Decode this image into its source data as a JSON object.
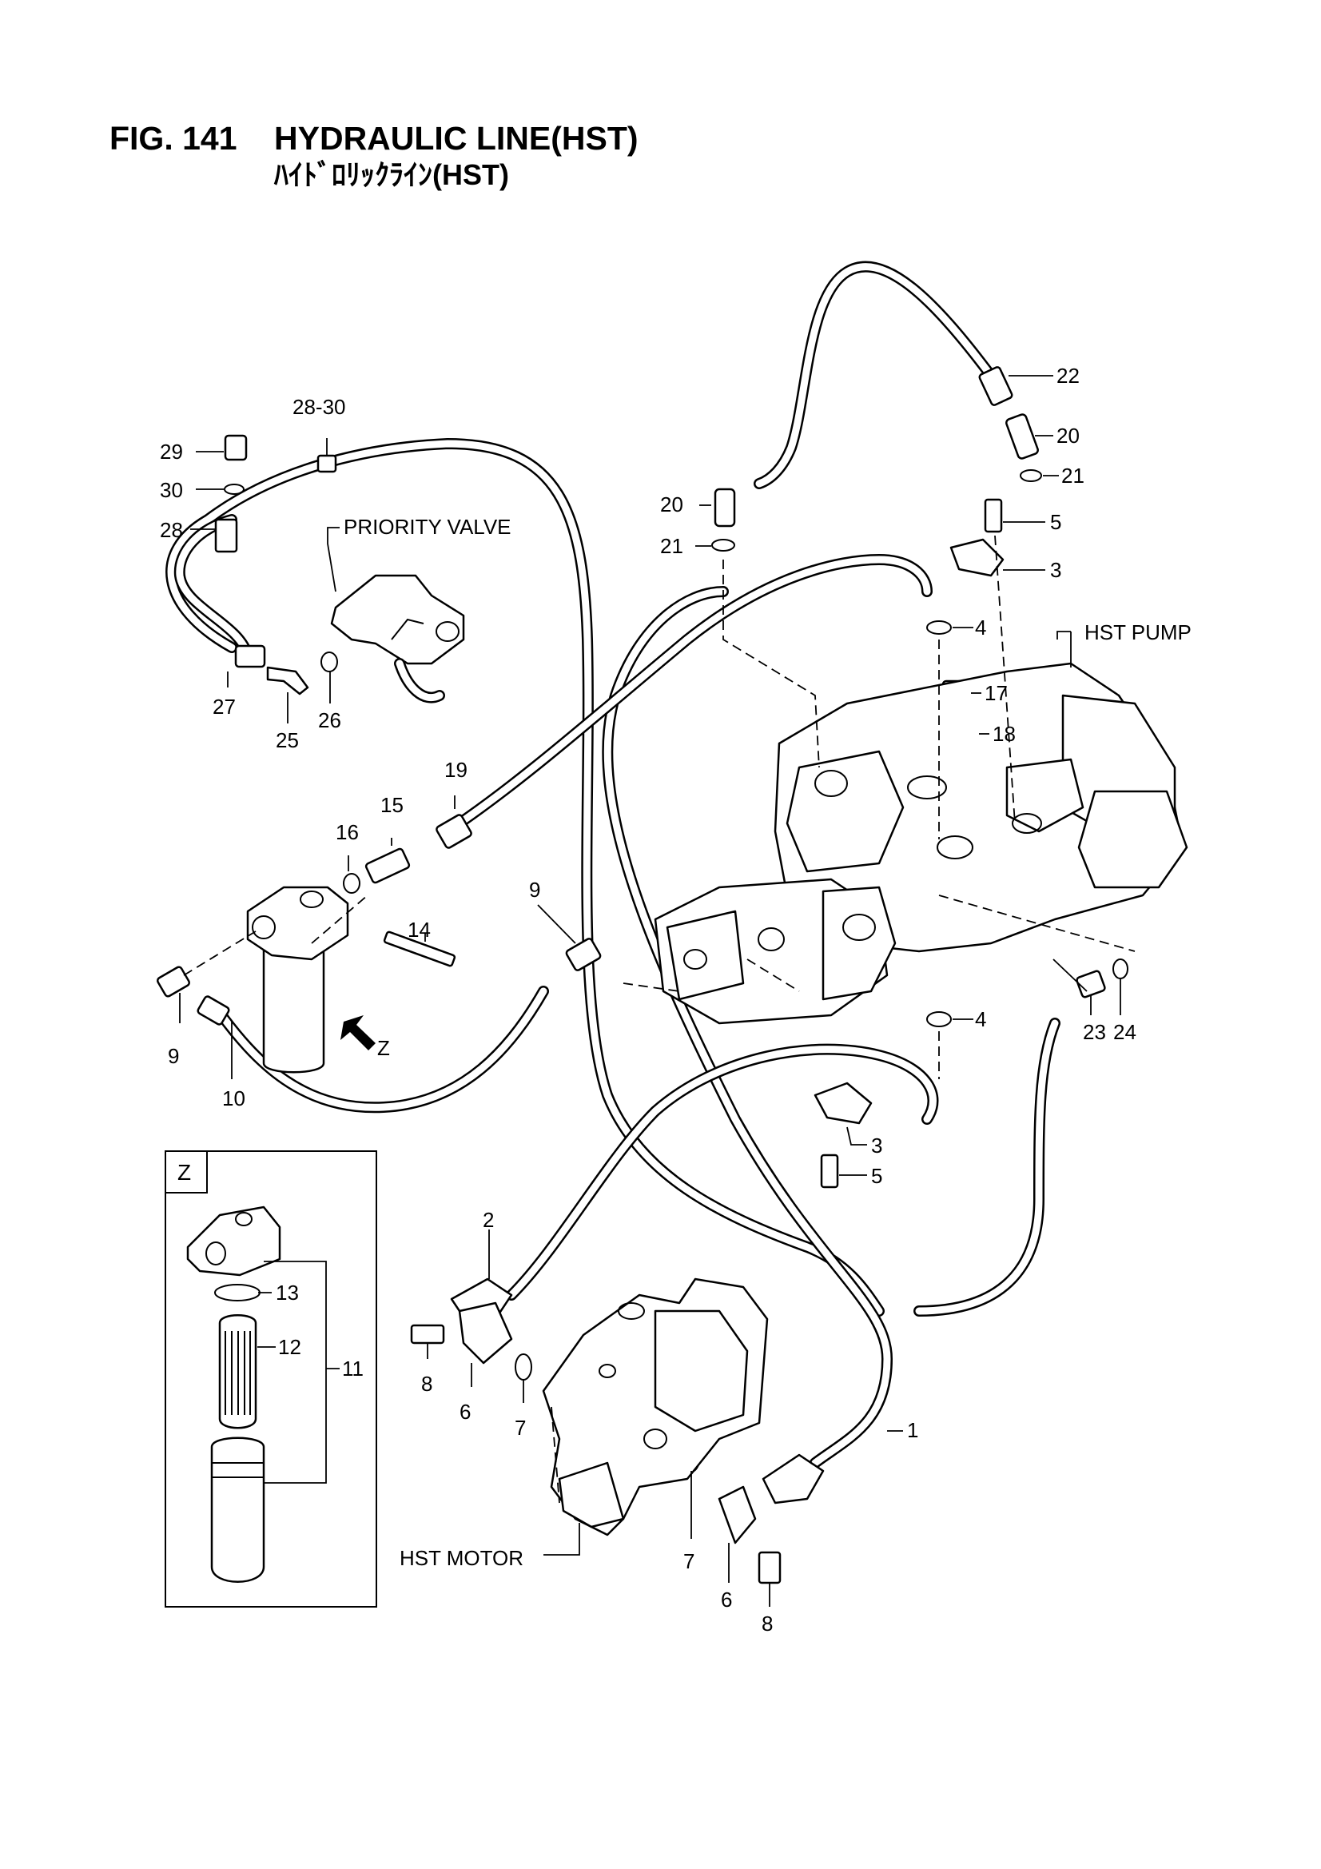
{
  "header": {
    "fig_number": "FIG. 141",
    "title": "HYDRAULIC LINE(HST)",
    "subtitle_jp": "ﾊｲﾄﾞﾛﾘｯｸﾗｲﾝ(HST)"
  },
  "components": {
    "priority_valve": "PRIORITY VALVE",
    "hst_pump": "HST PUMP",
    "hst_motor": "HST MOTOR",
    "view_z": "Z",
    "view_z_arrow": "Z"
  },
  "callouts": [
    {
      "id": "c1",
      "text": "1"
    },
    {
      "id": "c2",
      "text": "2"
    },
    {
      "id": "c3a",
      "text": "3"
    },
    {
      "id": "c3b",
      "text": "3"
    },
    {
      "id": "c4a",
      "text": "4"
    },
    {
      "id": "c4b",
      "text": "4"
    },
    {
      "id": "c5a",
      "text": "5"
    },
    {
      "id": "c5b",
      "text": "5"
    },
    {
      "id": "c6a",
      "text": "6"
    },
    {
      "id": "c6b",
      "text": "6"
    },
    {
      "id": "c7a",
      "text": "7"
    },
    {
      "id": "c7b",
      "text": "7"
    },
    {
      "id": "c8a",
      "text": "8"
    },
    {
      "id": "c8b",
      "text": "8"
    },
    {
      "id": "c9a",
      "text": "9"
    },
    {
      "id": "c9b",
      "text": "9"
    },
    {
      "id": "c10",
      "text": "10"
    },
    {
      "id": "c11",
      "text": "11"
    },
    {
      "id": "c12",
      "text": "12"
    },
    {
      "id": "c13",
      "text": "13"
    },
    {
      "id": "c14",
      "text": "14"
    },
    {
      "id": "c15",
      "text": "15"
    },
    {
      "id": "c16",
      "text": "16"
    },
    {
      "id": "c17",
      "text": "17"
    },
    {
      "id": "c18",
      "text": "18"
    },
    {
      "id": "c19",
      "text": "19"
    },
    {
      "id": "c20a",
      "text": "20"
    },
    {
      "id": "c20b",
      "text": "20"
    },
    {
      "id": "c21a",
      "text": "21"
    },
    {
      "id": "c21b",
      "text": "21"
    },
    {
      "id": "c22",
      "text": "22"
    },
    {
      "id": "c23",
      "text": "23"
    },
    {
      "id": "c24",
      "text": "24"
    },
    {
      "id": "c25",
      "text": "25"
    },
    {
      "id": "c26",
      "text": "26"
    },
    {
      "id": "c27",
      "text": "27"
    },
    {
      "id": "c28",
      "text": "28"
    },
    {
      "id": "c28_30",
      "text": "28-30"
    },
    {
      "id": "c29",
      "text": "29"
    },
    {
      "id": "c30",
      "text": "30"
    }
  ]
}
